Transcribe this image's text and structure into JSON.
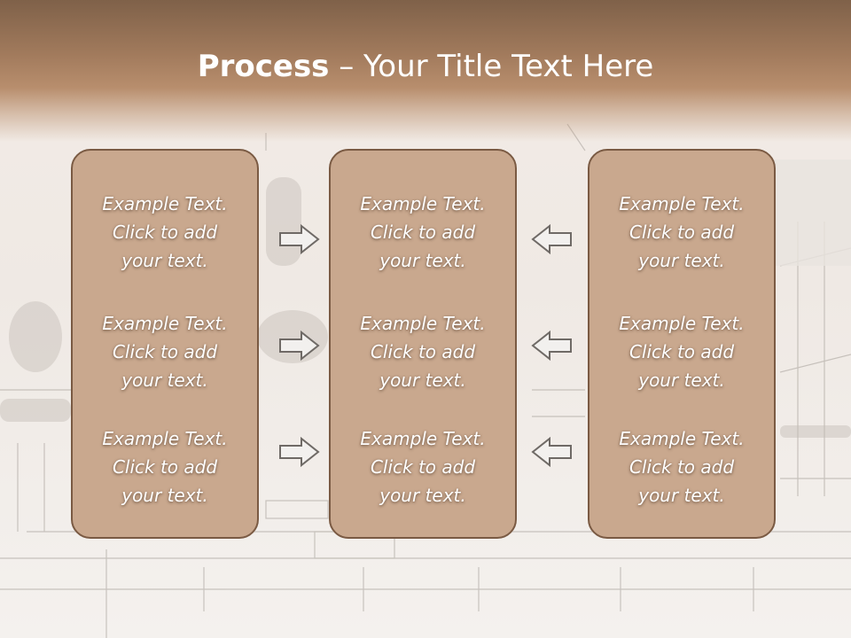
{
  "slide": {
    "title_bold": "Process",
    "title_rest": " – Your Title Text Here"
  },
  "columns": [
    {
      "blocks": [
        {
          "line1": "Example Text.",
          "line2": "Click  to add",
          "line3": "your text."
        },
        {
          "line1": "Example Text.",
          "line2": "Click  to add",
          "line3": "your text."
        },
        {
          "line1": "Example Text.",
          "line2": "Click  to add",
          "line3": "your text."
        }
      ]
    },
    {
      "blocks": [
        {
          "line1": "Example Text.",
          "line2": "Click  to add",
          "line3": "your text."
        },
        {
          "line1": "Example Text.",
          "line2": "Click  to add",
          "line3": "your text."
        },
        {
          "line1": "Example Text.",
          "line2": "Click  to add",
          "line3": "your text."
        }
      ]
    },
    {
      "blocks": [
        {
          "line1": "Example Text.",
          "line2": "Click  to add",
          "line3": "your text."
        },
        {
          "line1": "Example Text.",
          "line2": "Click  to add",
          "line3": "your text."
        },
        {
          "line1": "Example Text.",
          "line2": "Click  to add",
          "line3": "your text."
        }
      ]
    }
  ],
  "arrows": {
    "left_group": "arrow-right-icon",
    "right_group": "arrow-left-icon"
  },
  "colors": {
    "header": "#a17a5c",
    "box_fill": "#c9a88e",
    "box_border": "#7a5a43",
    "text": "#ffffff"
  }
}
